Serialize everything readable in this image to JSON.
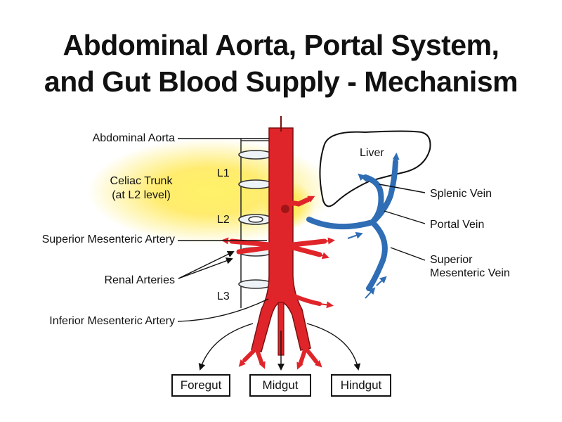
{
  "title": {
    "line1": "Abdominal Aorta, Portal System,",
    "line2": "and Gut Blood Supply - Mechanism"
  },
  "labels": {
    "abdominal_aorta": "Abdominal Aorta",
    "celiac_trunk_line1": "Celiac Trunk",
    "celiac_trunk_line2": "(at L2 level)",
    "superior_mesenteric_artery": "Superior Mesenteric Artery",
    "renal_arteries": "Renal Arteries",
    "inferior_mesenteric_artery": "Inferior Mesenteric Artery",
    "liver": "Liver",
    "splenic_vein": "Splenic Vein",
    "portal_vein": "Portal Vein",
    "superior_mesenteric_vein_line1": "Superior",
    "superior_mesenteric_vein_line2": "Mesenteric Vein",
    "vertebra_l1": "L1",
    "vertebra_l2": "L2",
    "vertebra_l3": "L3"
  },
  "gut_regions": {
    "foregut": "Foregut",
    "midgut": "Midgut",
    "hindgut": "Hindgut"
  },
  "colors": {
    "artery": "#e0252a",
    "vein": "#2f6db5",
    "highlight": "#ffe640",
    "line": "#111111"
  }
}
